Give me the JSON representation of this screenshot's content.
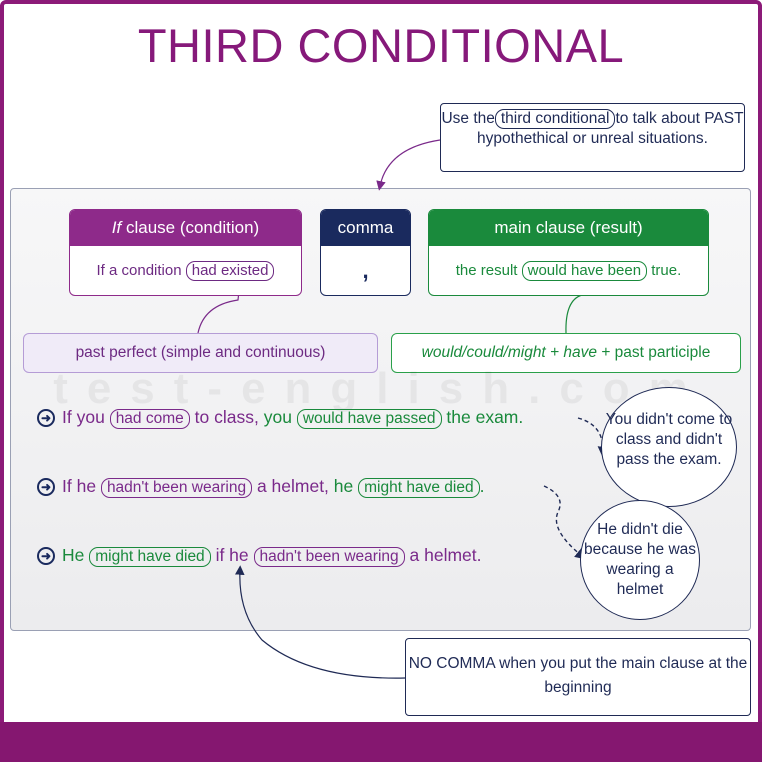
{
  "title": "THIRD CONDITIONAL",
  "note_top": {
    "before": "Use the",
    "highlight": "third conditional",
    "after": "to talk about PAST hypothethical or unreal situations."
  },
  "cards": {
    "if_clause": {
      "head_italic": "If",
      "head_rest": " clause (condition)",
      "body_before": "If a condition",
      "body_highlight": "had existed"
    },
    "comma": {
      "head": "comma",
      "body": ","
    },
    "main_clause": {
      "head": "main clause (result)",
      "body_before": "the result",
      "body_highlight": "would have been",
      "body_after": "true."
    }
  },
  "tags": {
    "past_perfect": "past perfect (simple and continuous)",
    "would_phrase_italic": "would/could/might + have",
    "would_phrase_rest": " + past participle"
  },
  "watermark": "test-english.com",
  "examples": [
    {
      "p1": "If you",
      "h1": "had come",
      "p2": "to class,",
      "p3": "you",
      "h2": "would have passed",
      "p4": "the exam."
    },
    {
      "p1": "If he",
      "h1": "hadn't been wearing",
      "p2": "a helmet,",
      "p3": "he",
      "h2": "might have died",
      "p4": "."
    },
    {
      "p1": "He",
      "h1": "might have died",
      "p2": "if he",
      "h2": "hadn't been wearing",
      "p3": "a helmet."
    }
  ],
  "circles": {
    "first": "You didn't come to class and didn't pass the exam.",
    "second": "He didn't die because he was wearing a helmet"
  },
  "note_bottom": "NO COMMA when you put the main clause at the beginning",
  "colors": {
    "brand_purple": "#86197a",
    "condition_purple": "#8e2a8a",
    "comma_navy": "#1a2a5e",
    "result_green": "#1a8a3c"
  },
  "icons": {
    "example_bullet": "arrow-right-circle-icon"
  }
}
